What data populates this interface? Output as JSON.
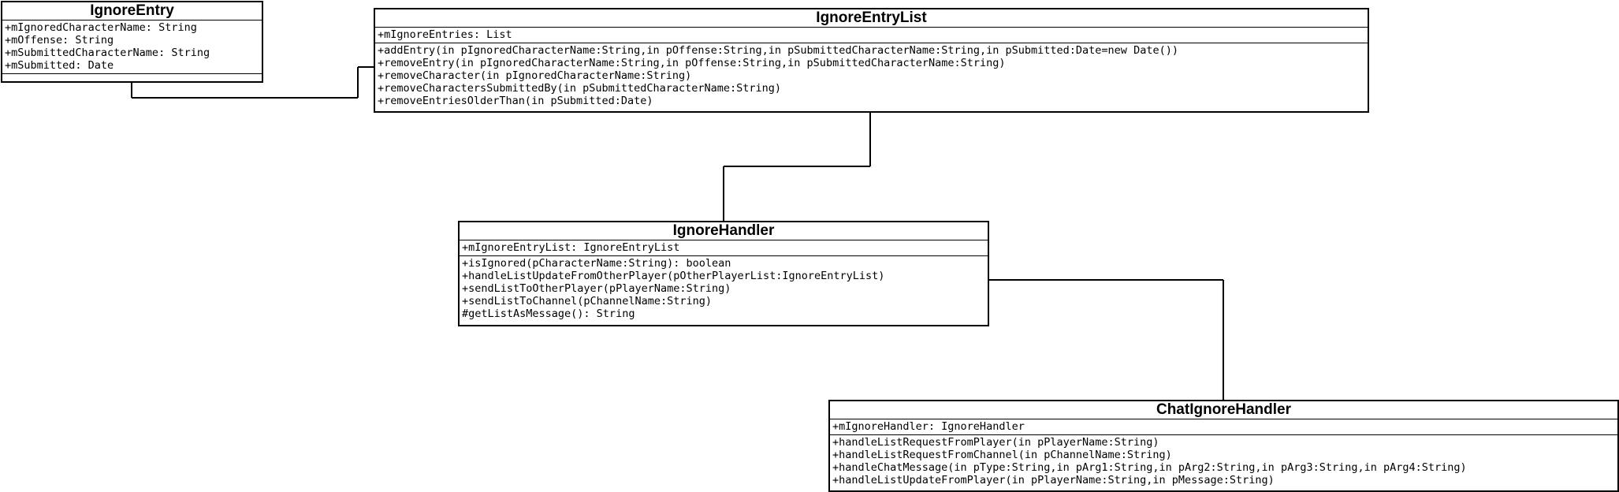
{
  "classes": {
    "ignore_entry": {
      "name": "IgnoreEntry",
      "attributes": [
        "+mIgnoredCharacterName: String",
        "+mOffense: String",
        "+mSubmittedCharacterName: String",
        "+mSubmitted: Date"
      ],
      "operations": []
    },
    "ignore_entry_list": {
      "name": "IgnoreEntryList",
      "attributes": [
        "+mIgnoreEntries: List"
      ],
      "operations": [
        "+addEntry(in pIgnoredCharacterName:String,in pOffense:String,in pSubmittedCharacterName:String,in pSubmitted:Date=new Date())",
        "+removeEntry(in pIgnoredCharacterName:String,in pOffense:String,in pSubmittedCharacterName:String)",
        "+removeCharacter(in pIgnoredCharacterName:String)",
        "+removeCharactersSubmittedBy(in pSubmittedCharacterName:String)",
        "+removeEntriesOlderThan(in pSubmitted:Date)"
      ]
    },
    "ignore_handler": {
      "name": "IgnoreHandler",
      "attributes": [
        "+mIgnoreEntryList: IgnoreEntryList"
      ],
      "operations": [
        "+isIgnored(pCharacterName:String): boolean",
        "+handleListUpdateFromOtherPlayer(pOtherPlayerList:IgnoreEntryList)",
        "+sendListToOtherPlayer(pPlayerName:String)",
        "+sendListToChannel(pChannelName:String)",
        "#getListAsMessage(): String"
      ]
    },
    "chat_ignore_handler": {
      "name": "ChatIgnoreHandler",
      "attributes": [
        "+mIgnoreHandler: IgnoreHandler"
      ],
      "operations": [
        "+handleListRequestFromPlayer(in pPlayerName:String)",
        "+handleListRequestFromChannel(in pChannelName:String)",
        "+handleChatMessage(in pType:String,in pArg1:String,in pArg2:String,in pArg3:String,in pArg4:String)",
        "+handleListUpdateFromPlayer(in pPlayerName:String,in pMessage:String)"
      ]
    }
  },
  "associations": [
    {
      "from": "ignore_entry",
      "to": "ignore_entry_list"
    },
    {
      "from": "ignore_entry_list",
      "to": "ignore_handler"
    },
    {
      "from": "ignore_handler",
      "to": "chat_ignore_handler"
    }
  ]
}
